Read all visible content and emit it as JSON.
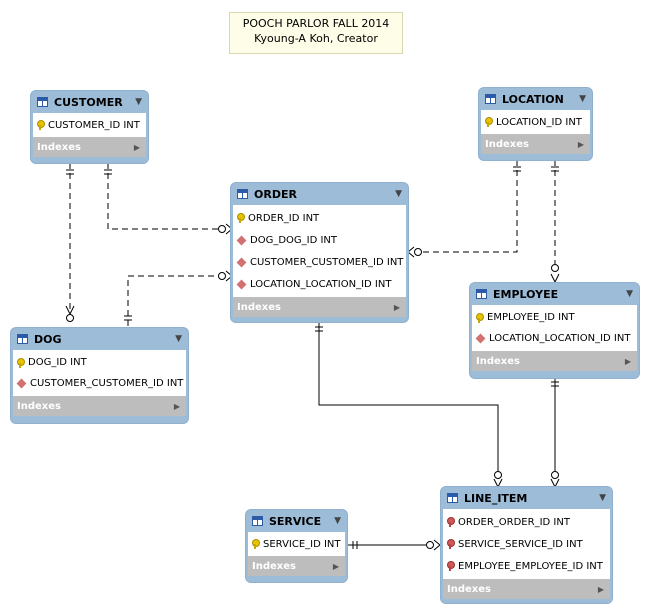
{
  "note": {
    "title": "POOCH PARLOR FALL 2014",
    "creator": "Kyoung-A Koh, Creator"
  },
  "index_label": "Indexes",
  "tables": {
    "customer": {
      "name": "CUSTOMER",
      "columns": [
        "CUSTOMER_ID INT"
      ]
    },
    "location": {
      "name": "LOCATION",
      "columns": [
        "LOCATION_ID INT"
      ]
    },
    "order": {
      "name": "ORDER",
      "columns": [
        "ORDER_ID INT",
        "DOG_DOG_ID INT",
        "CUSTOMER_CUSTOMER_ID INT",
        "LOCATION_LOCATION_ID INT"
      ]
    },
    "dog": {
      "name": "DOG",
      "columns": [
        "DOG_ID INT",
        "CUSTOMER_CUSTOMER_ID INT"
      ]
    },
    "employee": {
      "name": "EMPLOYEE",
      "columns": [
        "EMPLOYEE_ID INT",
        "LOCATION_LOCATION_ID INT"
      ]
    },
    "service": {
      "name": "SERVICE",
      "columns": [
        "SERVICE_ID INT"
      ]
    },
    "line_item": {
      "name": "LINE_ITEM",
      "columns": [
        "ORDER_ORDER_ID INT",
        "SERVICE_SERVICE_ID INT",
        "EMPLOYEE_EMPLOYEE_ID INT"
      ]
    }
  },
  "colors": {
    "table_header": "#9dbcd8",
    "index_bar": "#bdbdbd",
    "note_bg": "#fdfde8",
    "connector": "#000000"
  }
}
